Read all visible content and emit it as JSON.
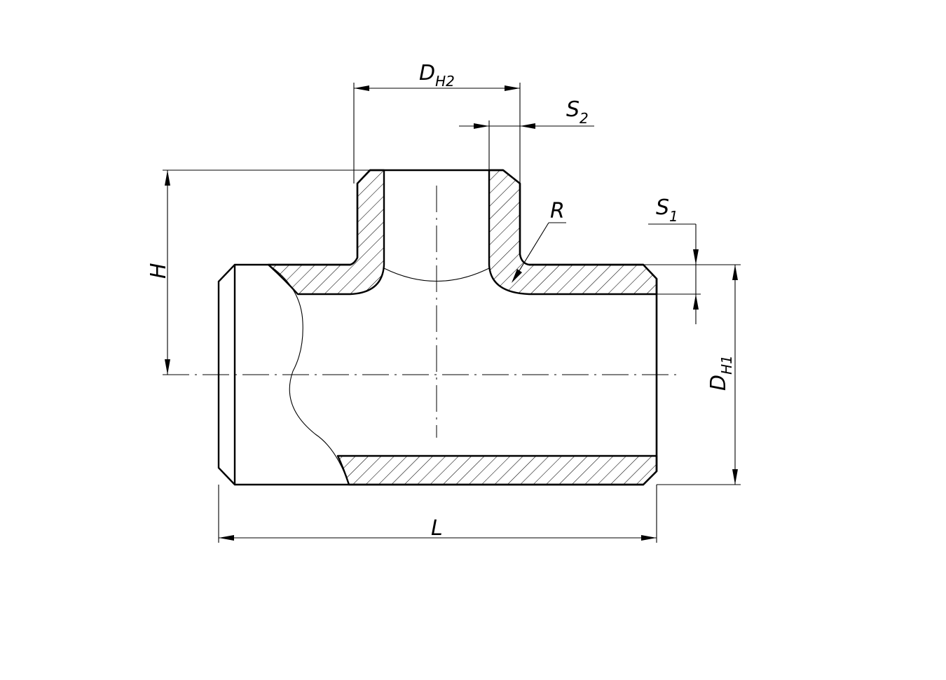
{
  "labels": {
    "dh2_main": "D",
    "dh2_sub": "H2",
    "s2_main": "S",
    "s2_sub": "2",
    "s1_main": "S",
    "s1_sub": "1",
    "r": "R",
    "h": "H",
    "dh1_main": "D",
    "dh1_sub": "H1",
    "l": "L"
  }
}
